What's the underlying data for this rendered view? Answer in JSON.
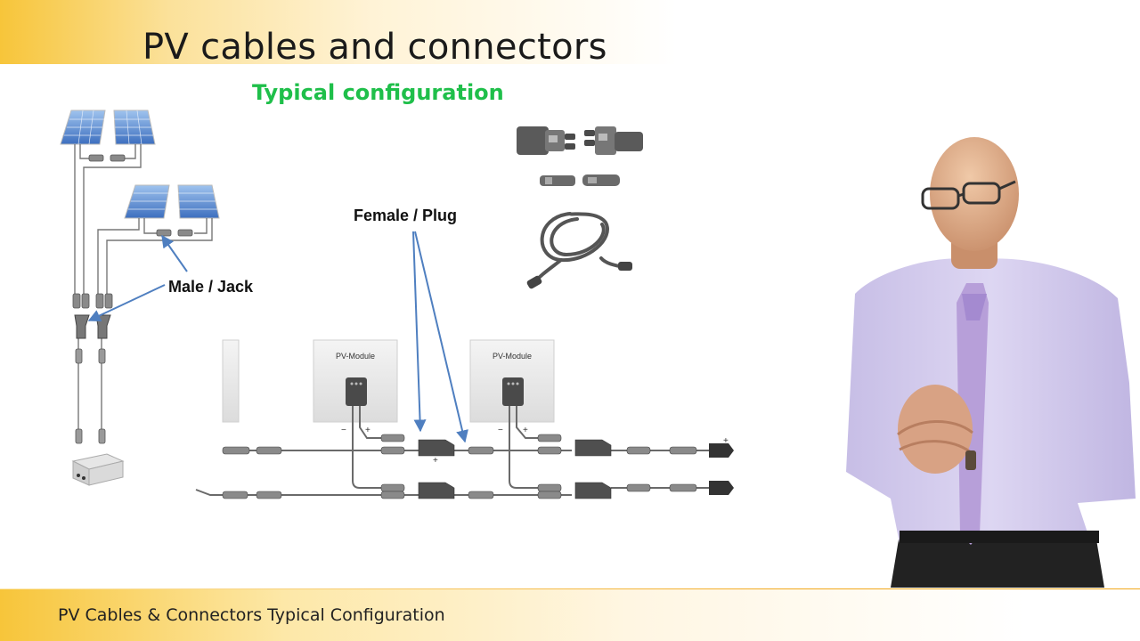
{
  "slide": {
    "title": "PV cables and connectors",
    "subtitle": "Typical configuration",
    "footer": "PV Cables & Connectors Typical Configuration"
  },
  "callouts": {
    "male_jack": "Male / Jack",
    "female_plug": "Female / Plug"
  },
  "string_diagram": {
    "module_label": "PV-Module",
    "plus_sign": "+",
    "minus_sign": "−"
  },
  "colors": {
    "subtitle_green": "#1fbf4a",
    "arrow_blue": "#4f7fc0",
    "title_band_yellow": "#f7c53a"
  },
  "icons": [
    "solar-panel-icon",
    "junction-box-icon",
    "branch-connector-icon",
    "inline-connector-icon",
    "cable-coil-icon",
    "presenter-image"
  ]
}
